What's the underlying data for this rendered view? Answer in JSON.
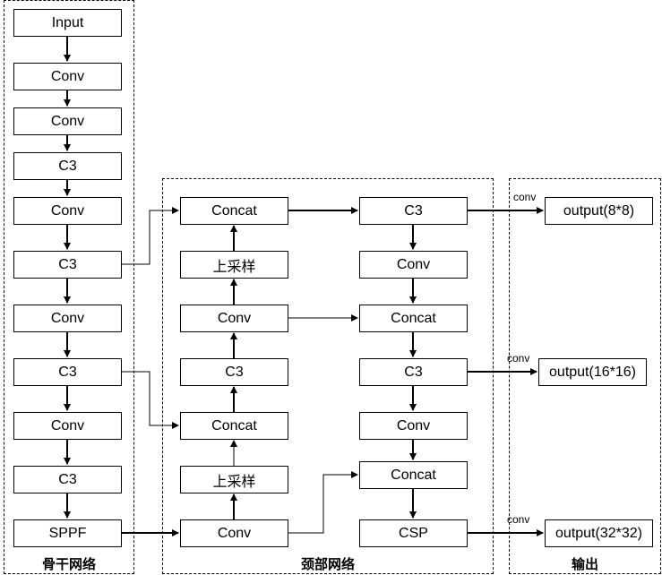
{
  "regions": {
    "backbone": "骨干网络",
    "neck": "颈部网络",
    "output": "输出"
  },
  "backbone": [
    "Input",
    "Conv",
    "Conv",
    "C3",
    "Conv",
    "C3",
    "Conv",
    "C3",
    "Conv",
    "C3",
    "SPPF"
  ],
  "neck_left": [
    "Concat",
    "上采样",
    "Conv",
    "C3",
    "Concat",
    "上采样",
    "Conv"
  ],
  "neck_right": [
    "C3",
    "Conv",
    "Concat",
    "C3",
    "Conv",
    "Concat",
    "CSP"
  ],
  "outputs": [
    "output(8*8)",
    "output(16*16)",
    "output(32*32)"
  ],
  "conv_label": "conv"
}
